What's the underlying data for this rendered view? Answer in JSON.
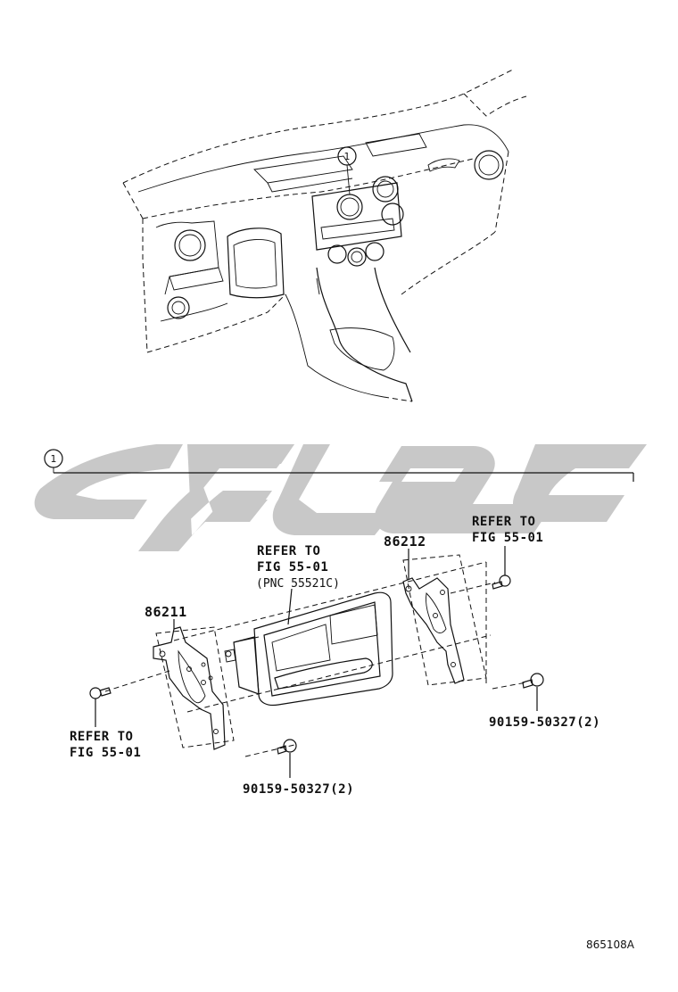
{
  "callouts": {
    "top_marker": "1",
    "section_marker": "1"
  },
  "labels": {
    "part_86211": "86211",
    "part_86212": "86212",
    "refer_center_line1": "REFER TO",
    "refer_center_line2": "FIG 55-01",
    "refer_center_line3": "(PNC 55521C)",
    "refer_right_line1": "REFER TO",
    "refer_right_line2": "FIG 55-01",
    "refer_left_line1": "REFER TO",
    "refer_left_line2": "FIG 55-01",
    "bolt_right": "90159-50327(2)",
    "bolt_bottom": "90159-50327(2)"
  },
  "footer": {
    "drawing_number": "865108A"
  },
  "watermark": {
    "color": "#c8c8c8"
  }
}
